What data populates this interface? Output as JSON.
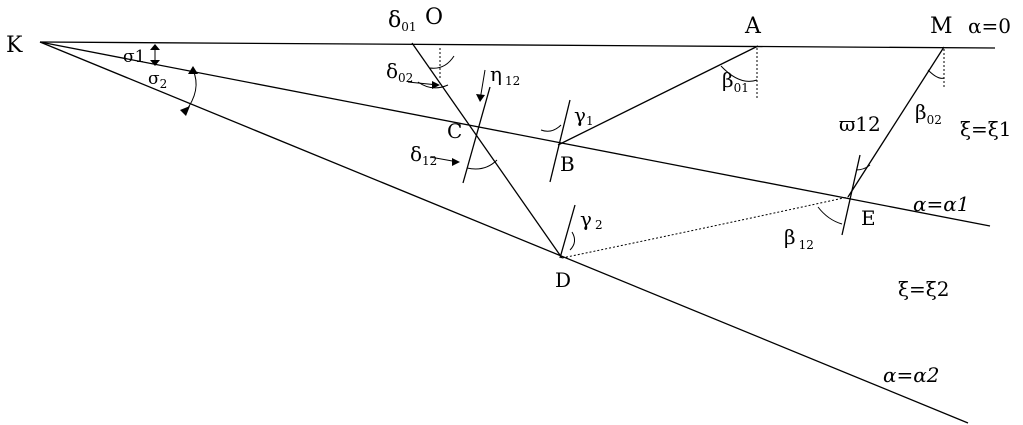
{
  "points": {
    "K": "K",
    "O": "O",
    "A": "A",
    "M": "M",
    "B": "B",
    "C": "C",
    "D": "D",
    "E": "E"
  },
  "rays": {
    "alpha0": "α=0",
    "alpha1_sym": "α=α",
    "alpha1_idx": "1",
    "alpha2": "α=α2"
  },
  "regions": {
    "xi1": "ξ=ξ1",
    "xi2": "ξ=ξ2"
  },
  "angles": {
    "sigma1": "σ1",
    "sigma2_sym": "σ",
    "sigma2_sub": "2",
    "delta01_sym": "δ",
    "delta01_sub": "01",
    "delta02_sym": "δ",
    "delta02_sub": "02",
    "delta12_sym": "δ",
    "delta12_sub": "12",
    "eta12_sym": "η",
    "eta12_sub": "12",
    "gamma1_sym": "γ",
    "gamma1_sub": "1",
    "gamma2_sym": "γ",
    "gamma2_sub": "2",
    "beta01_sym": "β",
    "beta01_sub": "01",
    "beta02_sym": "β",
    "beta02_sub": "02",
    "beta12_sym": "β",
    "beta12_sub": "12",
    "omega12": "ϖ12"
  }
}
